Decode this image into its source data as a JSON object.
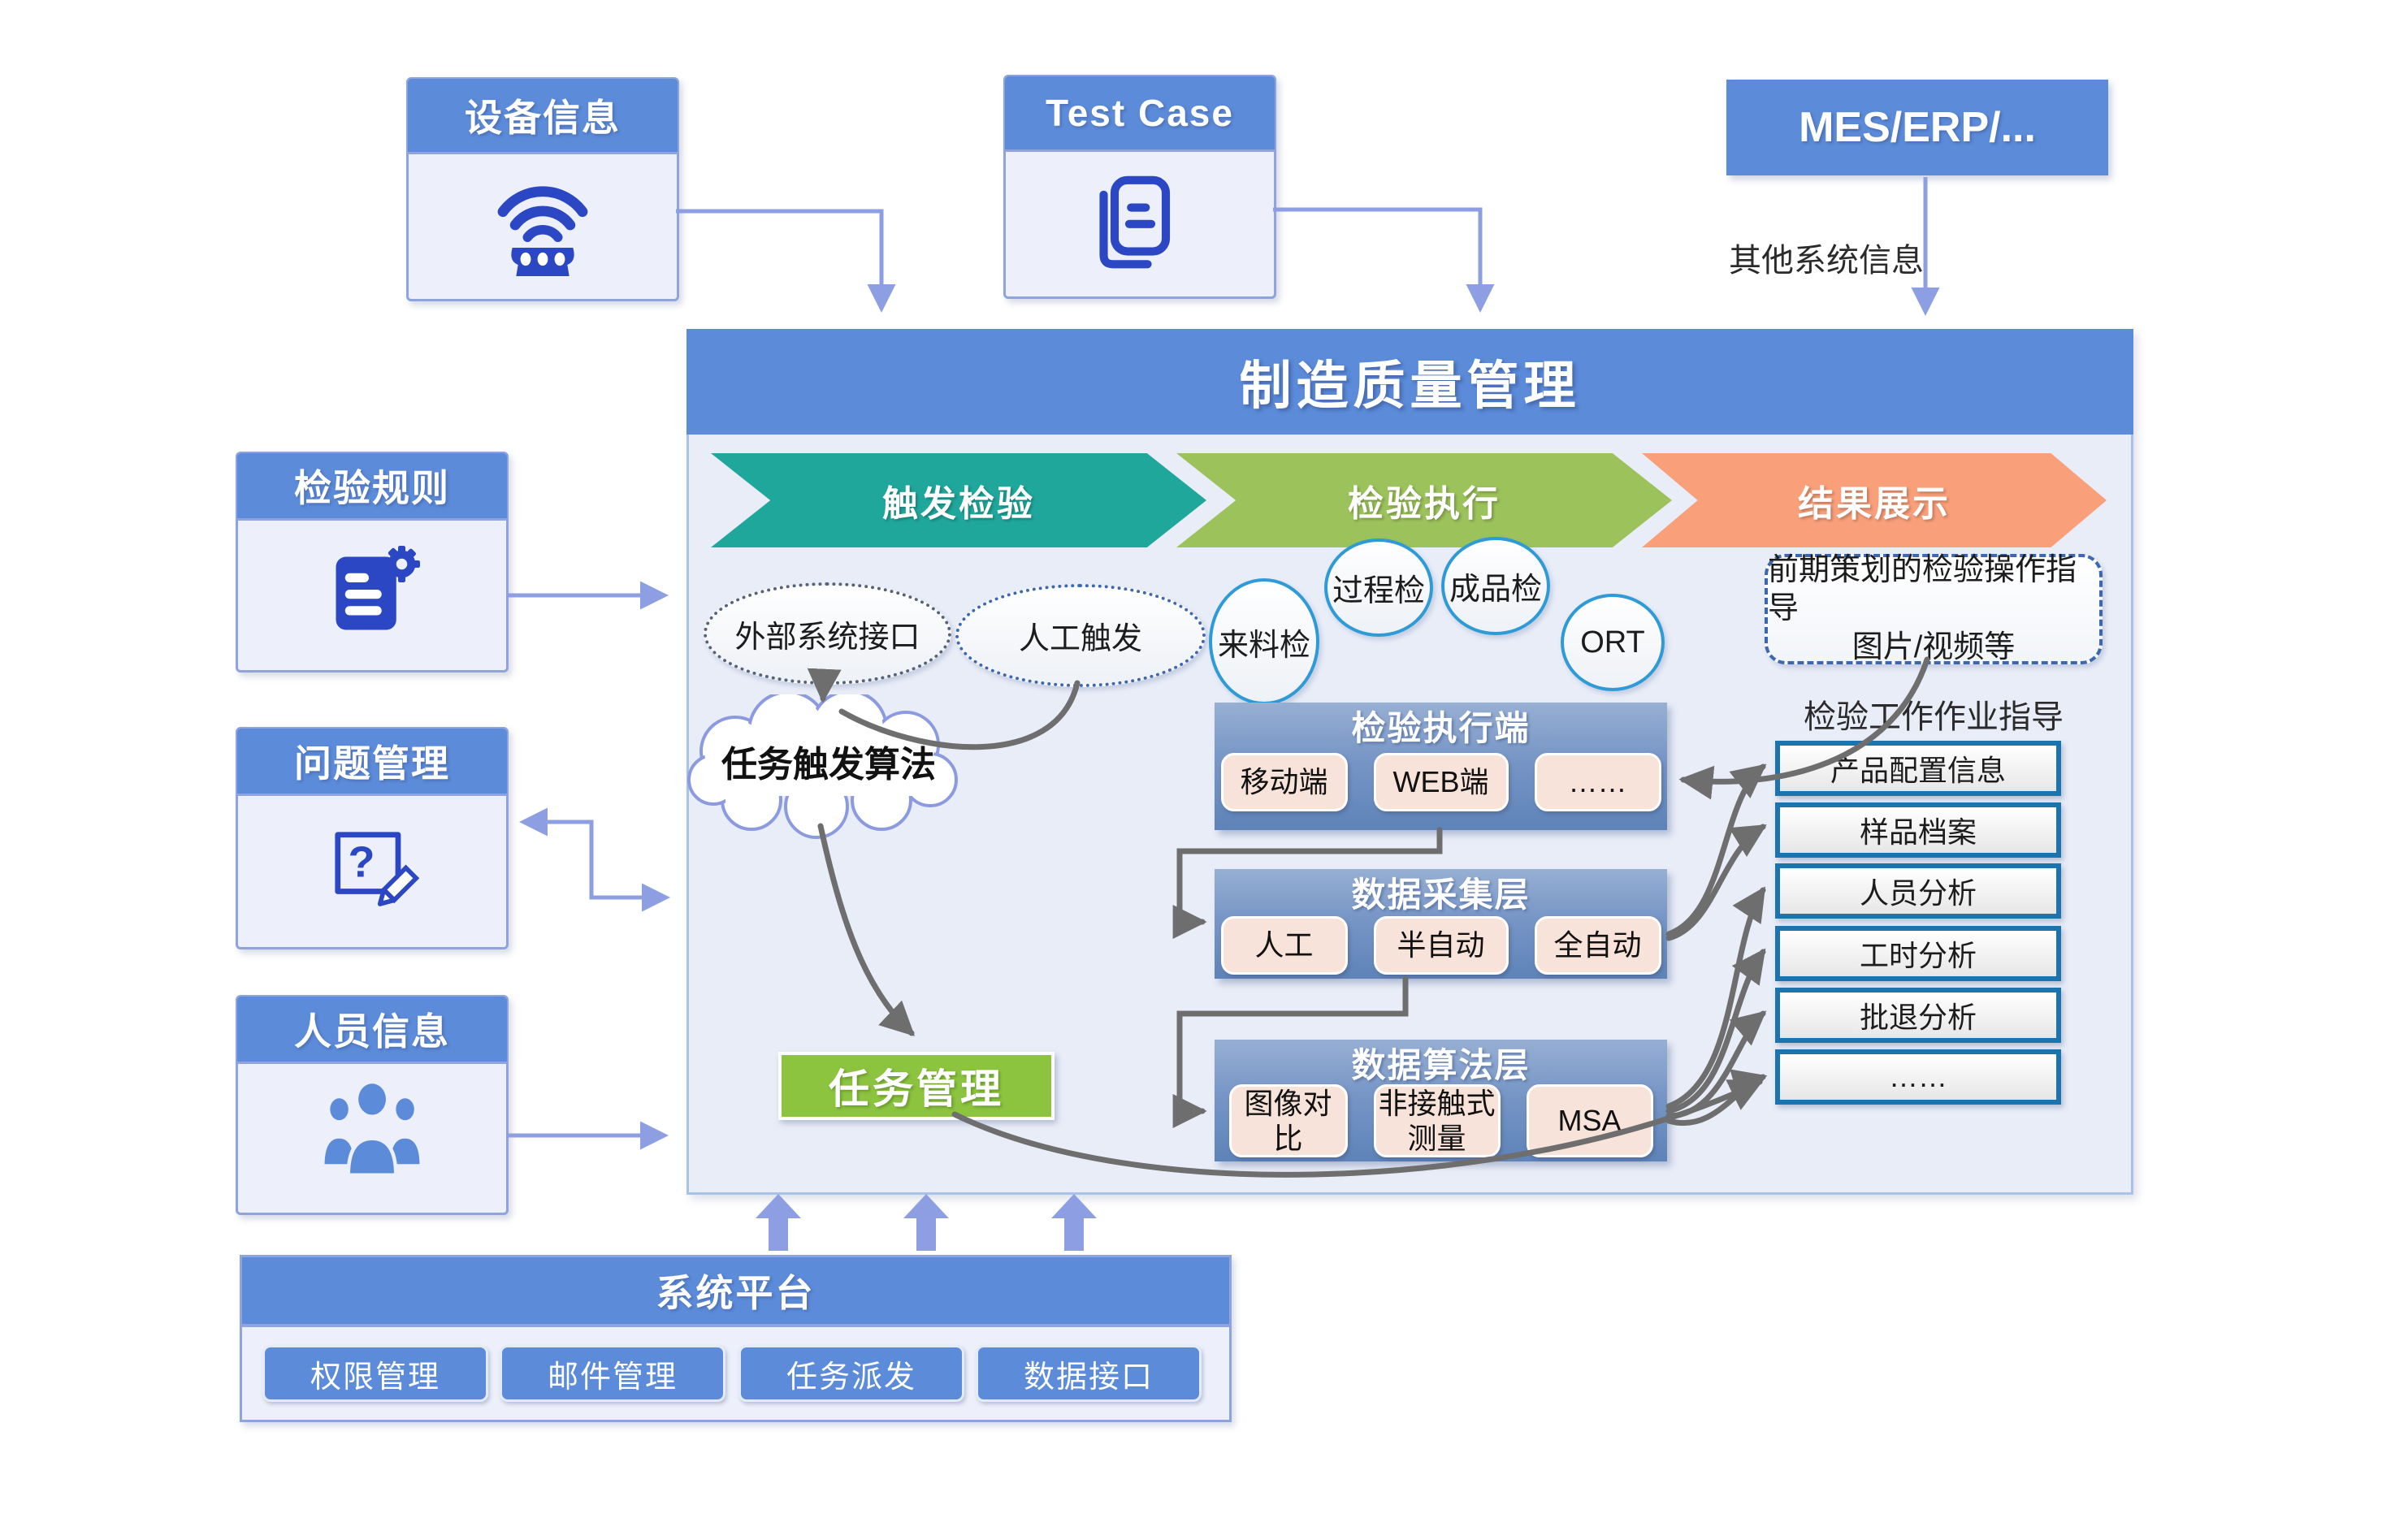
{
  "top_sources": {
    "device_info": {
      "title": "设备信息"
    },
    "test_case": {
      "title": "Test Case"
    },
    "mes": {
      "title": "MES/ERP/...",
      "note": "其他系统信息"
    }
  },
  "left_sources": {
    "inspection_rules": {
      "title": "检验规则"
    },
    "issue_mgmt": {
      "title": "问题管理"
    },
    "personnel_info": {
      "title": "人员信息"
    }
  },
  "main": {
    "title": "制造质量管理",
    "phases": [
      {
        "label": "触发检验",
        "color": "#1FA79C"
      },
      {
        "label": "检验执行",
        "color": "#9CC25B"
      },
      {
        "label": "结果展示",
        "color": "#F99F79"
      }
    ],
    "trigger_ovals": [
      "外部系统接口",
      "人工触发"
    ],
    "inspection_ovals": [
      "来料检",
      "过程检",
      "成品检",
      "ORT"
    ],
    "guide_note": {
      "line1": "前期策划的检验操作指导",
      "line2": "图片/视频等"
    },
    "guide_label": "检验工作作业指导",
    "cloud_label": "任务触发算法",
    "task_mgmt_label": "任务管理",
    "layers": [
      {
        "title": "检验执行端",
        "items": [
          "移动端",
          "WEB端",
          "……"
        ]
      },
      {
        "title": "数据采集层",
        "items": [
          "人工",
          "半自动",
          "全自动"
        ]
      },
      {
        "title": "数据算法层",
        "items": [
          "图像对比",
          "非接触式测量",
          "MSA"
        ]
      }
    ],
    "outputs": [
      "产品配置信息",
      "样品档案",
      "人员分析",
      "工时分析",
      "批退分析",
      "……"
    ]
  },
  "platform": {
    "title": "系统平台",
    "items": [
      "权限管理",
      "邮件管理",
      "任务派发",
      "数据接口"
    ]
  },
  "colors": {
    "primary_blue": "#5B8BD9",
    "panel_bg": "#EDF0FA",
    "icon_blue": "#2B47C4",
    "people_blue": "#5B8BD9",
    "phase_teal": "#1FA79C",
    "phase_green": "#9CC25B",
    "phase_orange": "#F99F79",
    "task_green": "#8CC440",
    "layer_blue": "#7796C6",
    "pill_pink": "#F8E3DB",
    "output_border": "#1B74AD",
    "oval_border": "#2E9BD6",
    "connector_gray": "#6E6E6E",
    "connector_blue": "#8D9FE2"
  }
}
